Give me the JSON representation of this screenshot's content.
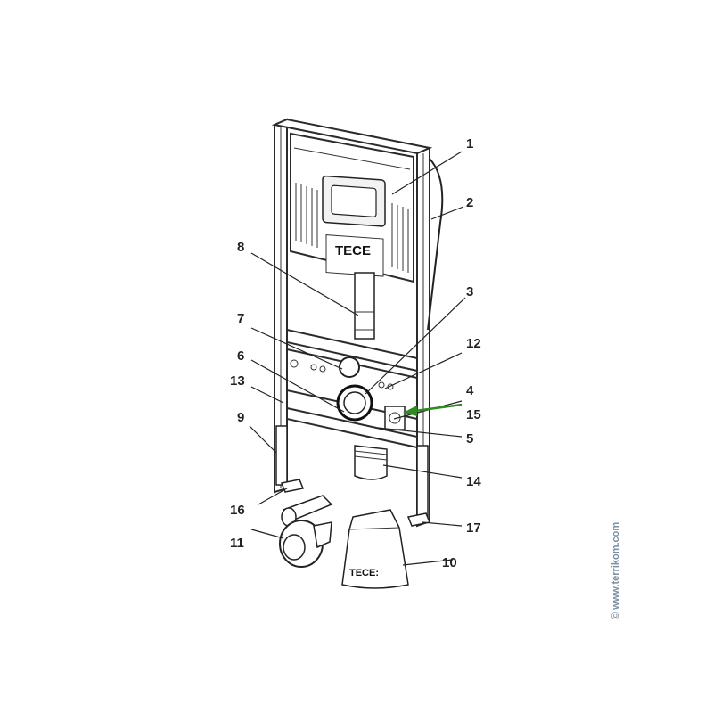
{
  "brand": {
    "logo_text": "TECE",
    "bag_text": "TECE:"
  },
  "watermark": "© www.terrikom.com",
  "callouts": {
    "c1": "1",
    "c2": "2",
    "c3": "3",
    "c4": "4",
    "c5": "5",
    "c6": "6",
    "c7": "7",
    "c8": "8",
    "c9": "9",
    "c10": "10",
    "c11": "11",
    "c12": "12",
    "c13": "13",
    "c14": "14",
    "c15": "15",
    "c16": "16",
    "c17": "17"
  },
  "colors": {
    "line": "#222222",
    "highlight_arrow": "#2f8a1f",
    "watermark": "#7a8fa3"
  }
}
